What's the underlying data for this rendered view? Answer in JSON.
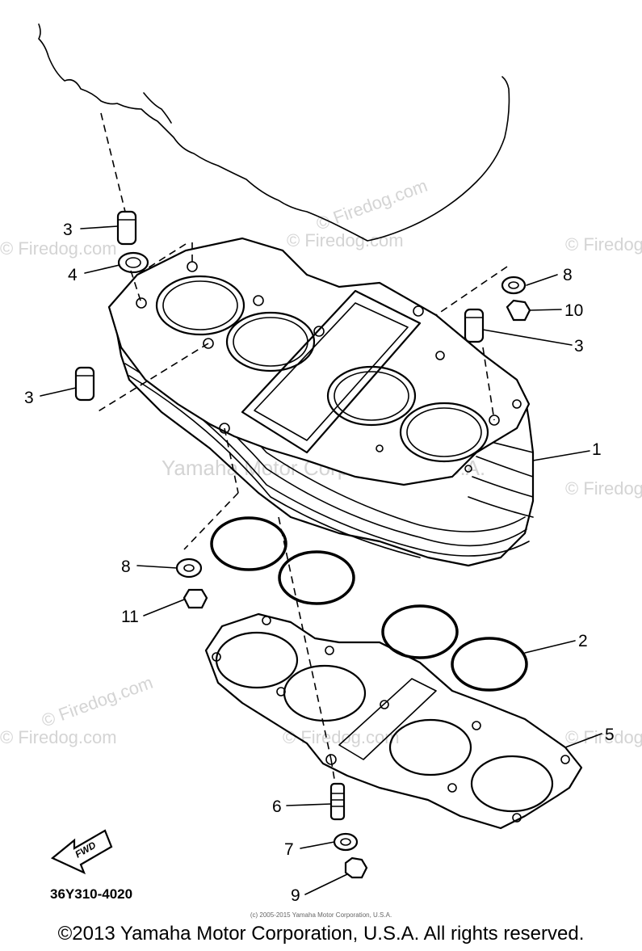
{
  "watermarks": {
    "firedog": "© Firedog.com",
    "yamaha": "Yamaha Motor Corporation, U.S.A."
  },
  "callouts": [
    {
      "id": "c1",
      "label": "1"
    },
    {
      "id": "c2",
      "label": "2"
    },
    {
      "id": "c3a",
      "label": "3"
    },
    {
      "id": "c3b",
      "label": "3"
    },
    {
      "id": "c3c",
      "label": "3"
    },
    {
      "id": "c4",
      "label": "4"
    },
    {
      "id": "c5",
      "label": "5"
    },
    {
      "id": "c6",
      "label": "6"
    },
    {
      "id": "c7",
      "label": "7"
    },
    {
      "id": "c8a",
      "label": "8"
    },
    {
      "id": "c8b",
      "label": "8"
    },
    {
      "id": "c9",
      "label": "9"
    },
    {
      "id": "c10",
      "label": "10"
    },
    {
      "id": "c11",
      "label": "11"
    }
  ],
  "fwd_label": "FWD",
  "part_code": "36Y310-4020",
  "small_copyright": "(c) 2005-2015 Yamaha Motor Corporation, U.S.A.",
  "copyright": "©2013 Yamaha Motor Corporation, U.S.A. All rights reserved."
}
